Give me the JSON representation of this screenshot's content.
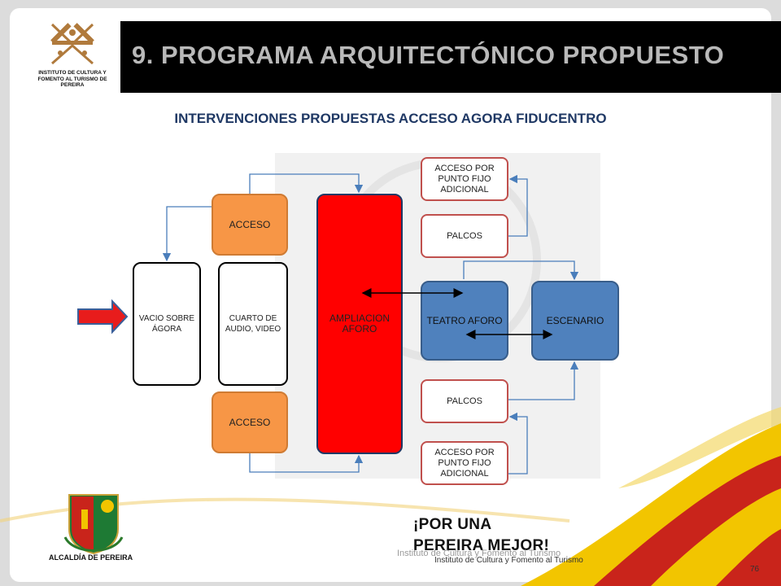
{
  "header": {
    "title": "9. PROGRAMA ARQUITECTÓNICO PROPUESTO",
    "logo_text": "INSTITUTO DE CULTURA Y FOMENTO AL TURISMO DE PEREIRA"
  },
  "subtitle": "INTERVENCIONES PROPUESTAS ACCESO AGORA FIDUCENTRO",
  "diagram": {
    "vacio": "VACIO SOBRE ÁGORA",
    "cuarto": "CUARTO DE AUDIO, VIDEO",
    "acceso_top": "ACCESO",
    "acceso_bottom": "ACCESO",
    "ampliacion": "AMPLIACION AFORO",
    "acceso_punto_top": "ACCESO POR PUNTO FIJO ADICIONAL",
    "palcos_top": "PALCOS",
    "teatro": "TEATRO AFORO",
    "escenario": "ESCENARIO",
    "palcos_bottom": "PALCOS",
    "acceso_punto_bottom": "ACCESO POR PUNTO FIJO ADICIONAL"
  },
  "footer": {
    "slogan_line1": "¡POR UNA",
    "slogan_line2": "PEREIRA MEJOR!",
    "alcaldia": "ALCALDÍA DE PEREIRA",
    "institute_ghost": "Instituto de Cultura y Fomento al Turismo",
    "institute": "Instituto de Cultura y Fomento al Turismo",
    "page": "76"
  },
  "colors": {
    "accent_orange": "#f79646",
    "accent_red": "#ff0000",
    "accent_blue": "#4f81bd",
    "title_bar": "#000000",
    "subtitle_text": "#1f3864"
  }
}
